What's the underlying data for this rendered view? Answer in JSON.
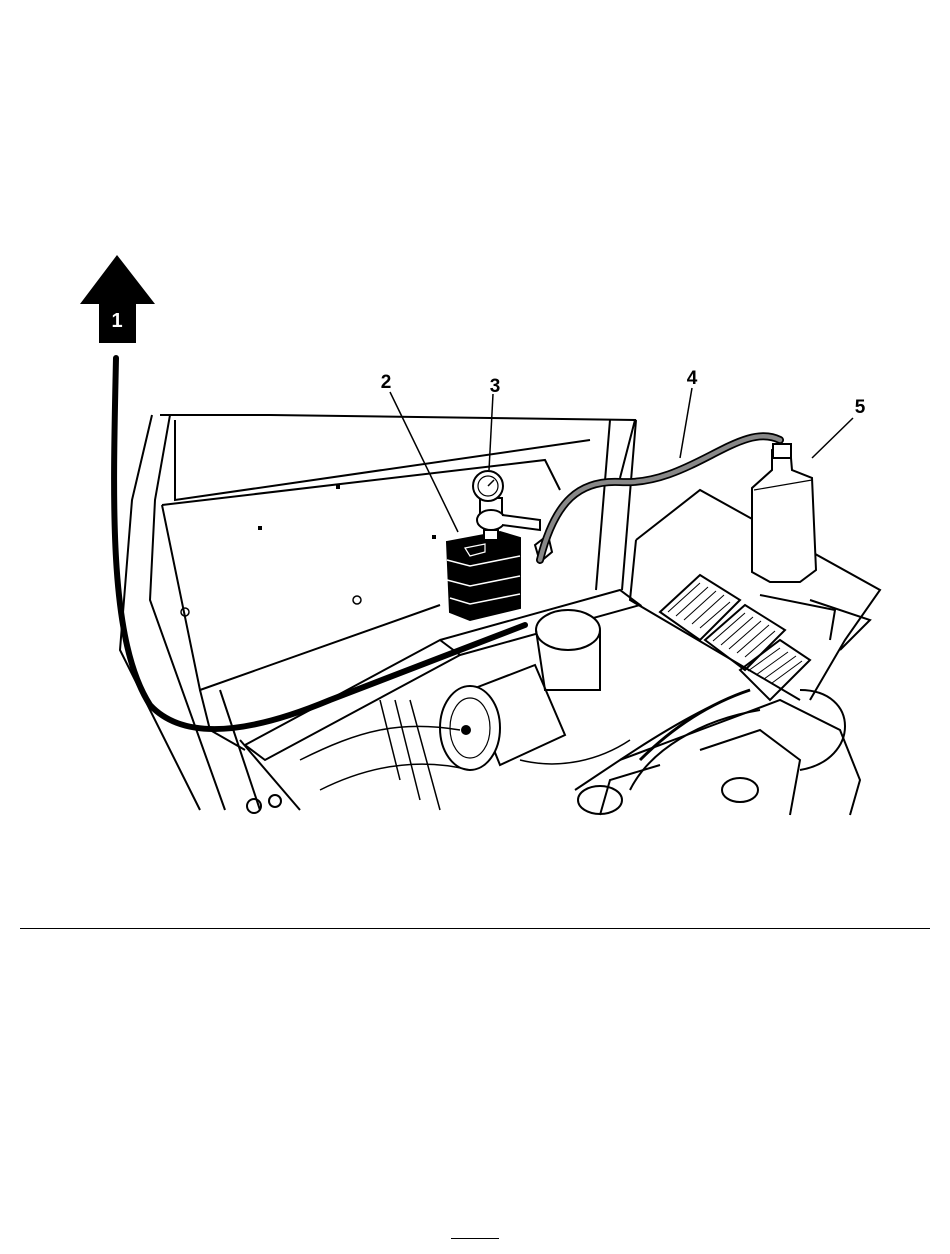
{
  "figure": {
    "callouts": {
      "front_arrow": "1",
      "c2": "2",
      "c3": "3",
      "c4": "4",
      "c5": "5"
    }
  }
}
